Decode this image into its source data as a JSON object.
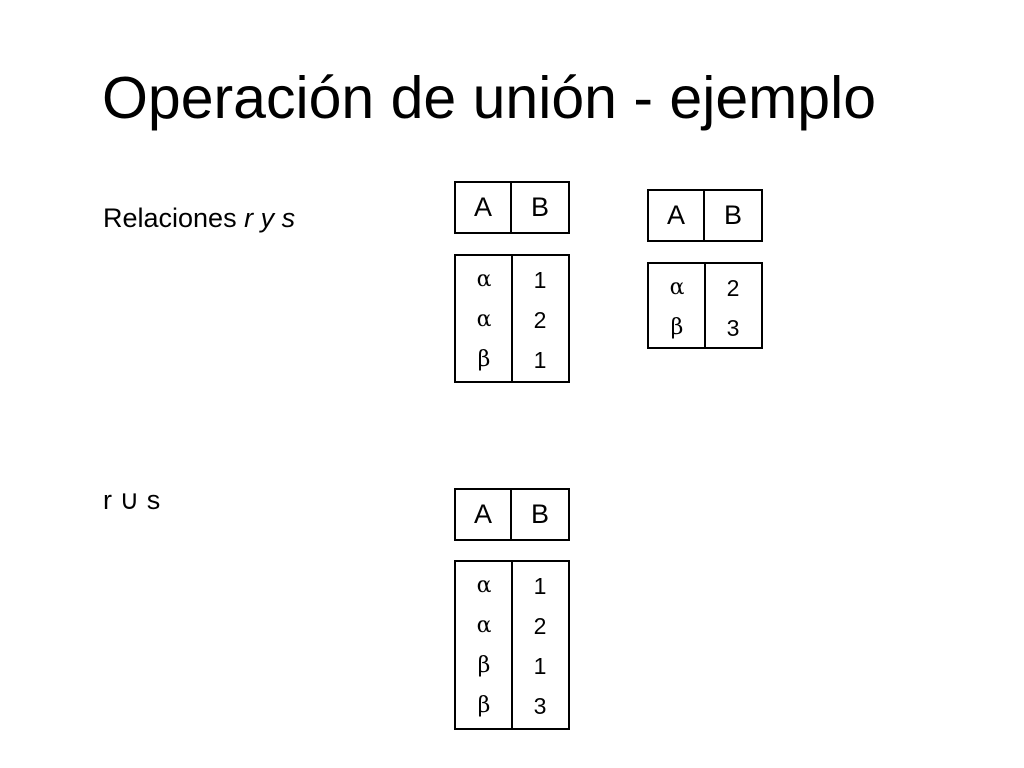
{
  "title": "Operación de unión - ejemplo",
  "labels": {
    "relations_prefix": "Relaciones ",
    "relations_vars": "r y s",
    "union": "r ∪ s"
  },
  "tables": {
    "r": {
      "headers": [
        "A",
        "B"
      ],
      "rows": [
        [
          "α",
          "1"
        ],
        [
          "α",
          "2"
        ],
        [
          "β",
          "1"
        ]
      ]
    },
    "s": {
      "headers": [
        "A",
        "B"
      ],
      "rows": [
        [
          "α",
          "2"
        ],
        [
          "β",
          "3"
        ]
      ]
    },
    "r_union_s": {
      "headers": [
        "A",
        "B"
      ],
      "rows": [
        [
          "α",
          "1"
        ],
        [
          "α",
          "2"
        ],
        [
          "β",
          "1"
        ],
        [
          "β",
          "3"
        ]
      ]
    }
  }
}
